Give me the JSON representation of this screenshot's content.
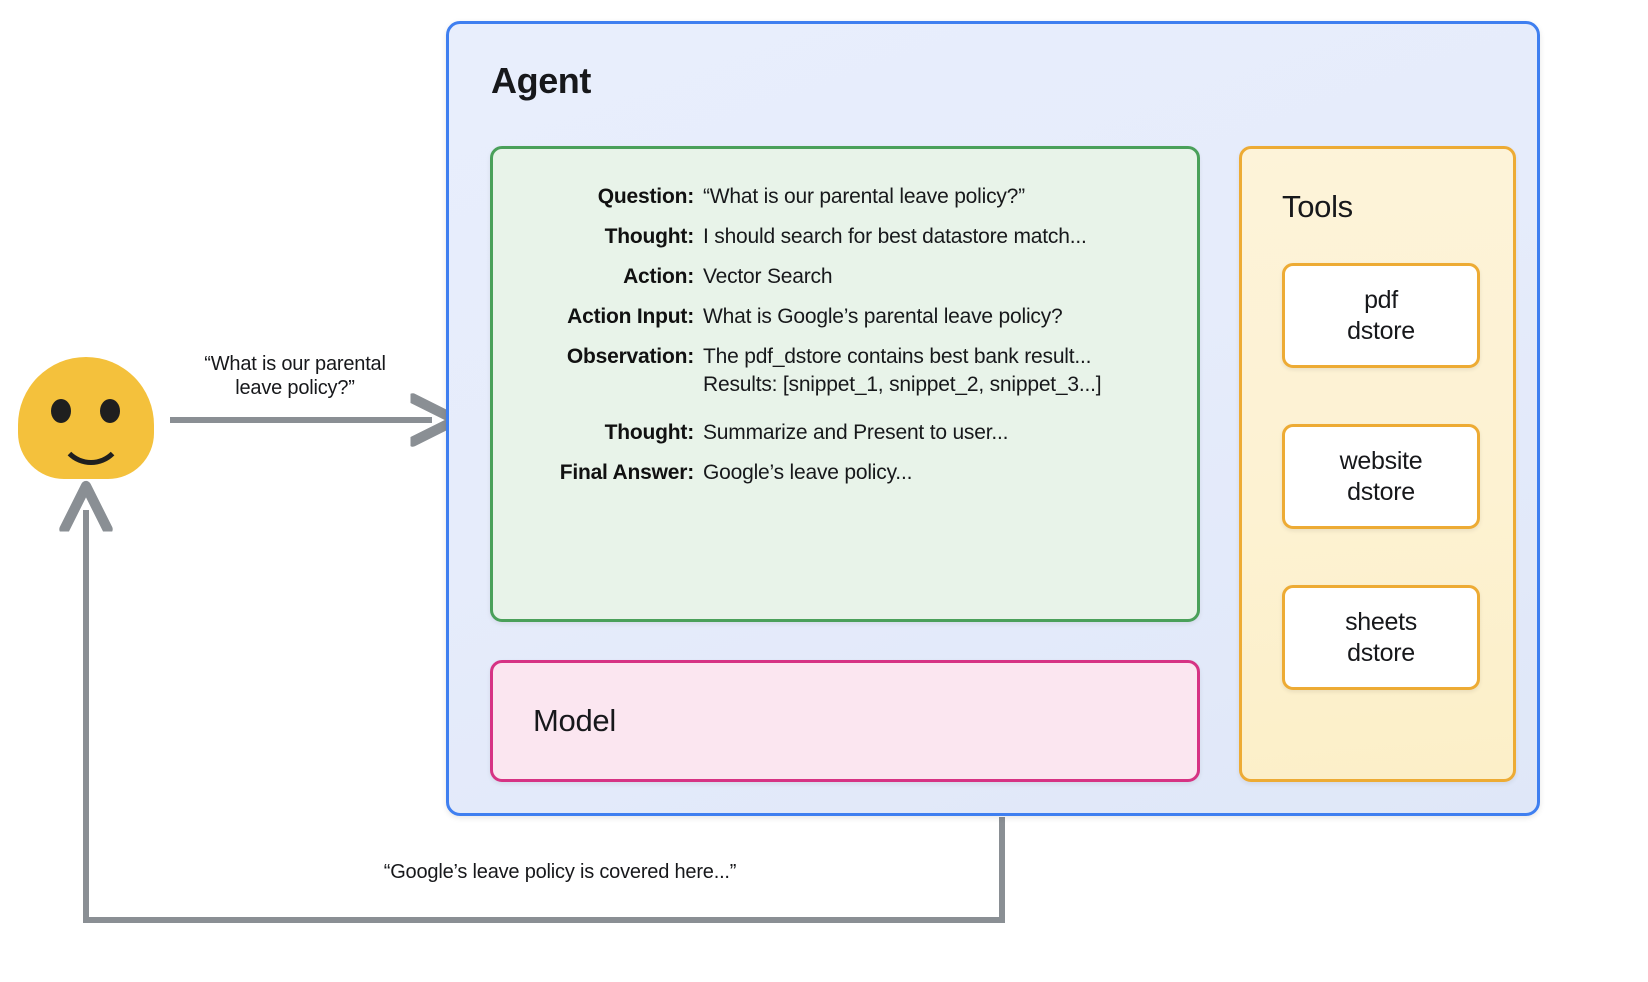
{
  "diagram": {
    "title": "Agent with tools and model",
    "colors": {
      "agent_border": "#3f7ff0",
      "agent_fill": "#e8eefc",
      "trace_border": "#4aa05a",
      "trace_fill": "#e8f3e9",
      "tools_border": "#edab34",
      "tools_fill": "#fdf3d9",
      "model_border": "#d63384",
      "model_fill": "#fbe6f0",
      "avatar": "#F4C13C",
      "arrow": "#8a8f94",
      "dotted": "#9aa0a6"
    }
  },
  "user": {
    "avatar_icon": "smiley-blob-avatar",
    "question_label": "“What is our parental\nleave policy?”",
    "question_line_1": "“What is our parental",
    "question_line_2": "leave policy?”",
    "answer_label": "“Google’s leave policy is covered here...”"
  },
  "agent": {
    "title": "Agent",
    "trace": {
      "rows": [
        {
          "key": "Question:",
          "value": "“What is our parental leave policy?”"
        },
        {
          "key": "Thought:",
          "value": "I should search for best datastore match..."
        },
        {
          "key": "Action:",
          "value": "Vector Search"
        },
        {
          "key": "Action Input:",
          "value": "What is Google’s parental leave policy?"
        },
        {
          "key": "Observation:",
          "value": "The pdf_dstore contains best bank result...",
          "value_2": "Results: [snippet_1, snippet_2, snippet_3...]"
        },
        {
          "key": "Thought:",
          "value": "Summarize and Present to user..."
        },
        {
          "key": "Final Answer:",
          "value": "Google’s leave policy..."
        }
      ]
    },
    "model": {
      "title": "Model"
    },
    "tools": {
      "title": "Tools",
      "items": [
        {
          "line_1": "pdf",
          "line_2": "dstore"
        },
        {
          "line_1": "website",
          "line_2": "dstore"
        },
        {
          "line_1": "sheets",
          "line_2": "dstore"
        }
      ]
    }
  }
}
